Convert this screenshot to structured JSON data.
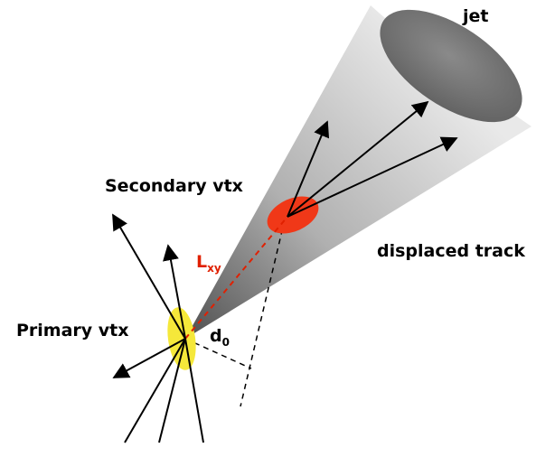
{
  "labels": {
    "jet": "jet",
    "secondary_vertex": "Secondary vtx",
    "displaced_track": "displaced track",
    "primary_vertex": "Primary vtx",
    "decay_length_main": "L",
    "decay_length_sub": "xy",
    "impact_param_main": "d",
    "impact_param_sub": "0"
  },
  "colors": {
    "cone_dark": "#6e6e6e",
    "cone_light": "#eeeeee",
    "jet_face": "#7a7a7a",
    "primary_vertex": "#f5e83a",
    "secondary_vertex": "#f03818",
    "decay_line": "#e02000",
    "track": "#000000"
  }
}
